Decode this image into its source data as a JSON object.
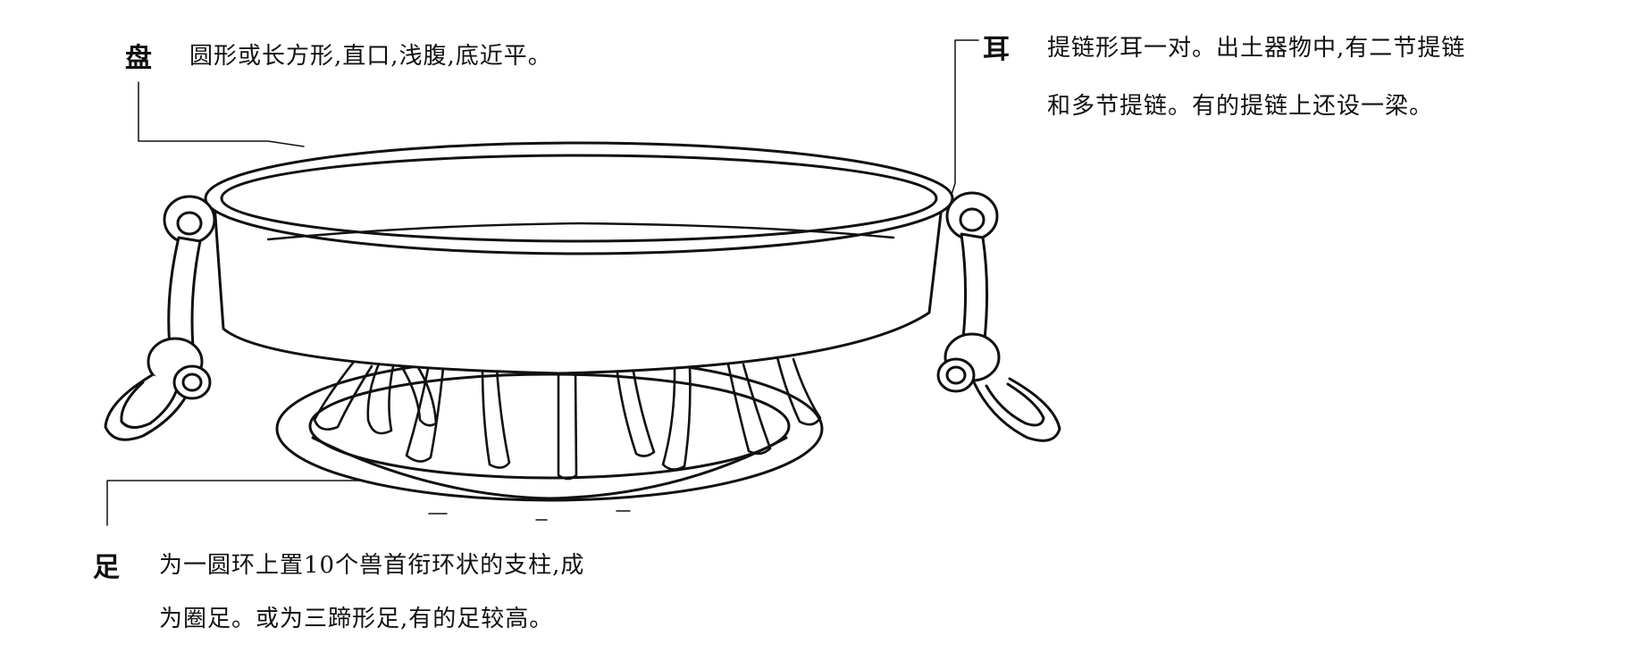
{
  "labels": {
    "pan": {
      "term": "盘",
      "desc": "圆形或长方形,直口,浅腹,底近平。"
    },
    "ear": {
      "term": "耳",
      "desc_line1": "提链形耳一对。出土器物中,有二节提链",
      "desc_line2": "和多节提链。有的提链上还设一梁。"
    },
    "foot": {
      "term": "足",
      "desc_line1": "为一圆环上置10个兽首衔环状的支柱,成",
      "desc_line2": "为圈足。或为三蹄形足,有的足较高。"
    }
  },
  "colors": {
    "ink": "#111111",
    "background": "#ffffff"
  }
}
